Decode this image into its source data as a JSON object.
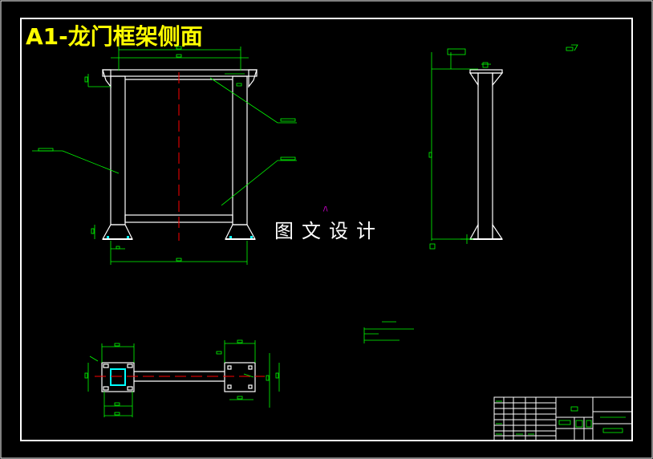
{
  "drawing": {
    "title": "A1-龙门框架侧面",
    "watermark": "图文设计"
  },
  "colors": {
    "background": "#000000",
    "frame_line": "#ffffff",
    "dimension_line": "#00ff00",
    "center_line": "#ff0000",
    "title_text": "#ffff00",
    "section_fill": "#00ffff",
    "marker": "#ff00ff"
  },
  "views": [
    "front-view",
    "side-view",
    "top-view"
  ],
  "title_block": {
    "present": true
  },
  "tech_notes": {
    "present": true
  }
}
